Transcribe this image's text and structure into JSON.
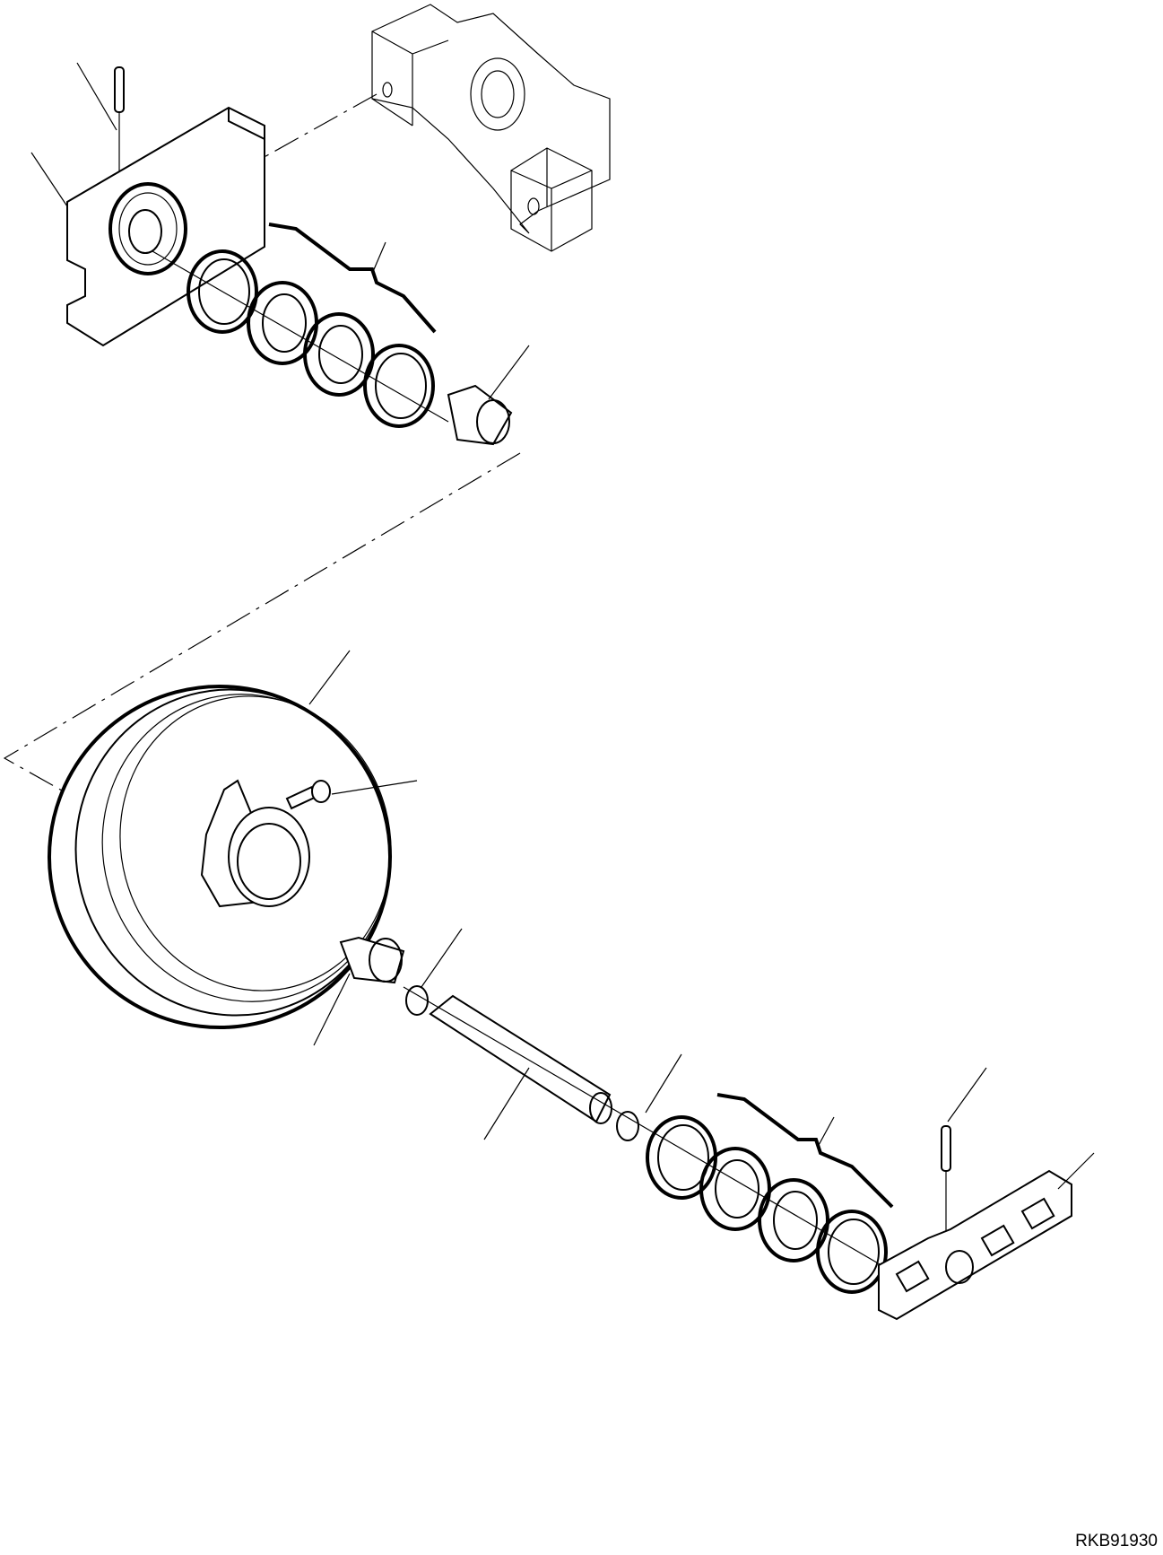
{
  "diagram": {
    "type": "exploded-parts-view",
    "subject": "idler assembly",
    "reference_code": "RKB91930",
    "parts": [
      {
        "name": "frame-bracket"
      },
      {
        "name": "pin-top"
      },
      {
        "name": "bearing-block-left"
      },
      {
        "name": "floating-seal-set-top"
      },
      {
        "name": "bushing-top"
      },
      {
        "name": "idler-wheel"
      },
      {
        "name": "socket-bolt"
      },
      {
        "name": "bushing-bottom"
      },
      {
        "name": "o-ring-left"
      },
      {
        "name": "shaft"
      },
      {
        "name": "o-ring-right"
      },
      {
        "name": "floating-seal-set-bottom"
      },
      {
        "name": "pin-bottom"
      },
      {
        "name": "bearing-block-right"
      }
    ]
  }
}
